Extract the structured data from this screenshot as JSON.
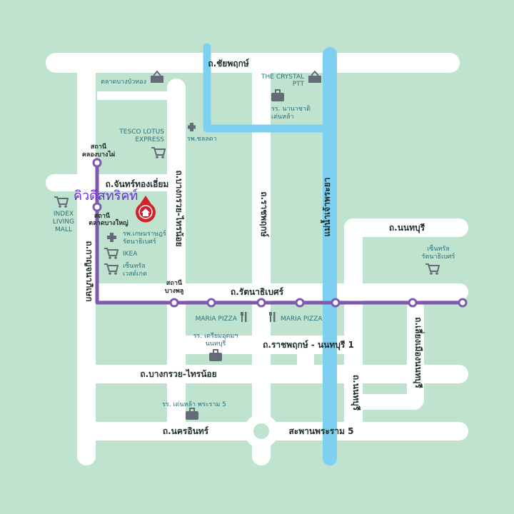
{
  "map": {
    "colors": {
      "background": "#bfe3cf",
      "road": "#ffffff",
      "river": "#7ed0f0",
      "canal": "#7ed0f0",
      "rail_line": "#7d5ab0",
      "station_fill": "#ffffff",
      "icon": "#636b77",
      "poi_text": "#2a6f7c",
      "pin": "#d2232a",
      "brand": "#6a2ad6"
    },
    "roads": {
      "top": "ถ.ชัยพฤกษ์",
      "chan": "ถ.จันทร์ทองเอี่ยม",
      "bangkruai_vertical": "ถ.บางกรวย-ไทรน้อย",
      "ratchaphruek_vertical": "ถ.ราชพฤกษ์",
      "nonthaburi_top": "ถ.นนทบุรี",
      "rattanathibet": "ถ.รัตนาธิเบศร์",
      "ratchaphruek_nonthaburi": "ถ.ราชพฤกษ์ - นนทบุรี 1",
      "bangkruai_horizontal": "ถ.บางกรวย-ไทรน้อย",
      "nakhon_in": "ถ.นครอินทร์",
      "bridge": "สะพานพระราม 5",
      "kanchana": "ถ.กาญจนาภิเษก",
      "nonthaburi_vertical": "ถ.นนทบุรี",
      "liang_mueang": "ถ.เลี่ยงเมืองนนทบุรี"
    },
    "river_label": "แม่น้ำเจ้าพระยา",
    "brand": "คิวดีสทริคท์",
    "stations": {
      "khlong_bang_phai": [
        "สถานี",
        "คลองบางไผ่"
      ],
      "talad_bang_yai": [
        "สถานี",
        "ตลาดบางใหญ่"
      ],
      "bang_phlu": [
        "สถานี",
        "บางพลู"
      ]
    },
    "pois": {
      "market_bua_thong": "ตลาดบางบัวทอง",
      "crystal": [
        "THE CRYSTAL",
        "PTT"
      ],
      "school_international": [
        "รร. นานาชาติ",
        "เด่นหล้า"
      ],
      "tesco": [
        "TESCO LOTUS",
        "EXPRESS"
      ],
      "hospital_chonlada": "รพ.ชลลดา",
      "index": [
        "INDEX",
        "LIVING",
        "MALL"
      ],
      "hospital_kasemrad": [
        "รพ.เกษมราษฎร์",
        "รัตนาธิเบศร์"
      ],
      "ikea": "IKEA",
      "central_westgate": [
        "เซ็นทรัล",
        "เวสต์เกต"
      ],
      "central_rattanathibet": [
        "เซ็นทรัล",
        "รัตนาธิเบศร์"
      ],
      "maria_pizza_1": "MARIA PIZZA",
      "maria_pizza_2": "MARIA PIZZA",
      "school_triam": [
        "รร. เตรียมอุดมฯ",
        "นนทบุรี"
      ],
      "school_denla": "รร. เด่นหล้า พระราม 5"
    }
  }
}
